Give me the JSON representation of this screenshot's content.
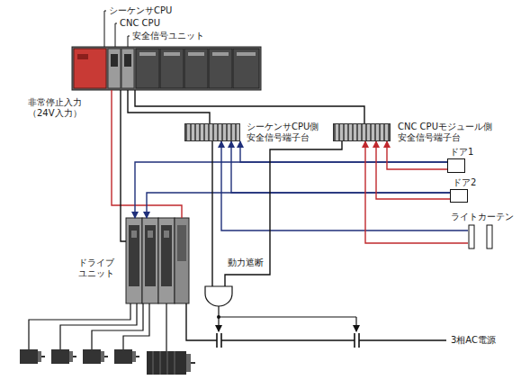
{
  "diagram": {
    "nodes": [
      {
        "text": [
          "シーケンサCPU",
          "CNC CPU",
          "安全信号ユニット"
        ]
      },
      {
        "text": [
          "シーケンサCPU側 安全信号端子台"
        ]
      },
      {
        "text": [
          "CNC CPUモジュール側 安全信号端子台"
        ]
      },
      {
        "text": [
          "ドア1"
        ]
      },
      {
        "text": [
          "ドア2"
        ]
      },
      {
        "text": [
          "ライトカーテン"
        ]
      },
      {
        "text": [
          "ドライブ ユニット"
        ]
      },
      {
        "text": [
          "動力遮断"
        ]
      }
    ],
    "edges": [
      {
        "from": 0,
        "to": 1,
        "arrow": "none"
      },
      {
        "from": 0,
        "to": 2,
        "arrow": "none"
      },
      {
        "from": 0,
        "to": 6,
        "arrow": "none"
      },
      {
        "from": 0,
        "to": 6,
        "arrow": "none"
      },
      {
        "from": 3,
        "to": 1,
        "arrow": "to"
      },
      {
        "from": 3,
        "to": 6,
        "arrow": "to"
      },
      {
        "from": 3,
        "to": 2,
        "arrow": "to"
      },
      {
        "from": 4,
        "to": 1,
        "arrow": "to"
      },
      {
        "from": 4,
        "to": 6,
        "arrow": "to"
      },
      {
        "from": 4,
        "to": 2,
        "arrow": "to"
      },
      {
        "from": 5,
        "to": 1,
        "arrow": "to"
      },
      {
        "from": 5,
        "to": 2,
        "arrow": "to"
      },
      {
        "from": 1,
        "to": 7,
        "arrow": "none"
      },
      {
        "from": 2,
        "to": 7,
        "arrow": "none"
      }
    ],
    "labels": [
      "非常停止入力 （24V入力）",
      "3相AC電源"
    ]
  }
}
